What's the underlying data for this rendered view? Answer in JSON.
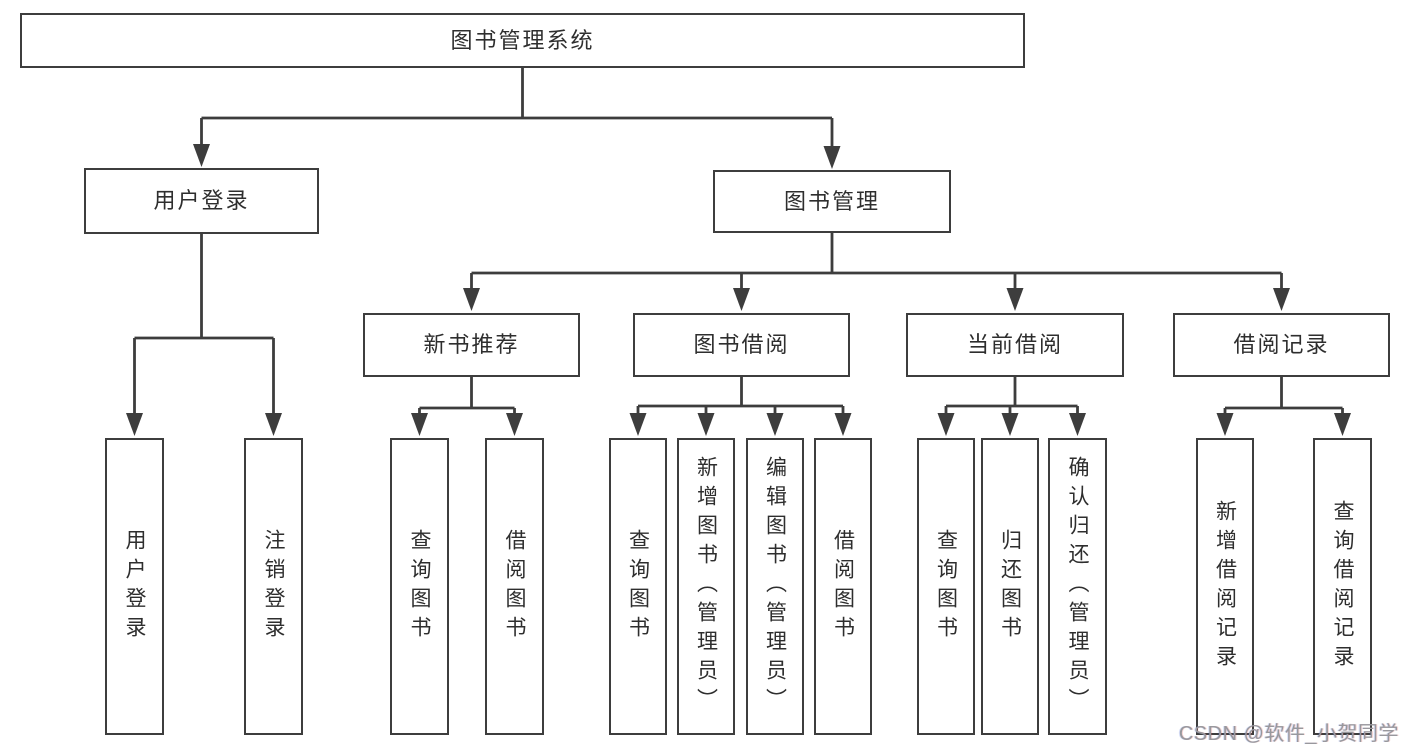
{
  "colors": {
    "line": "#3d3d3d",
    "text": "#2e2e2e",
    "watermark": "#98989d",
    "background": "#ffffff"
  },
  "diagram": {
    "type": "hierarchy-tree",
    "root": {
      "label": "图书管理系统",
      "children": [
        {
          "label": "用户登录",
          "children": [
            {
              "label": "用户登录"
            },
            {
              "label": "注销登录"
            }
          ]
        },
        {
          "label": "图书管理",
          "children": [
            {
              "label": "新书推荐",
              "children": [
                {
                  "label": "查询图书"
                },
                {
                  "label": "借阅图书"
                }
              ]
            },
            {
              "label": "图书借阅",
              "children": [
                {
                  "label": "查询图书"
                },
                {
                  "label": "新增图书（管理员）"
                },
                {
                  "label": "编辑图书（管理员）"
                },
                {
                  "label": "借阅图书"
                }
              ]
            },
            {
              "label": "当前借阅",
              "children": [
                {
                  "label": "查询图书"
                },
                {
                  "label": "归还图书"
                },
                {
                  "label": "确认归还（管理员）"
                }
              ]
            },
            {
              "label": "借阅记录",
              "children": [
                {
                  "label": "新增借阅记录"
                },
                {
                  "label": "查询借阅记录"
                }
              ]
            }
          ]
        }
      ]
    }
  },
  "watermark": {
    "text": "CSDN @软件_小贺同学"
  }
}
